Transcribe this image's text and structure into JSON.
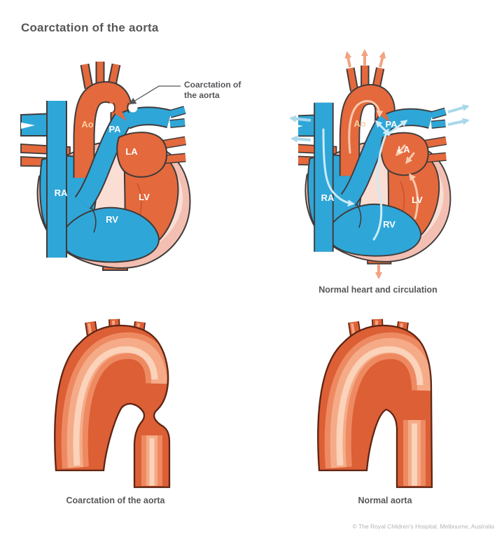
{
  "page": {
    "title": "Coarctation of the aorta",
    "copyright": "© The Royal Children's Hospital, Melbourne, Australia"
  },
  "annotation": {
    "line1": "Coarctation of",
    "line2": "the aorta"
  },
  "heart_labels": {
    "ao": "Ao",
    "pa": "PA",
    "la": "LA",
    "ra": "RA",
    "lv": "LV",
    "rv": "RV"
  },
  "captions": {
    "normal_heart": "Normal heart and circulation",
    "coarctation_aorta": "Coarctation of the aorta",
    "normal_aorta": "Normal aorta"
  },
  "colors": {
    "artery_orange": "#e4693c",
    "vein_blue": "#2fa6d8",
    "heart_pink": "#f3bfb2",
    "heart_pink_light": "#faddd3",
    "outline_dark": "#3f3b3a",
    "aorta_outline": "#5e2413",
    "flow_arrow_blue": "#cdebf7",
    "flow_arrow_peach": "#f8c9ad",
    "out_arrow_orange": "#f2a381",
    "out_arrow_blue": "#a9d8eb",
    "text_gray": "#57575a"
  }
}
